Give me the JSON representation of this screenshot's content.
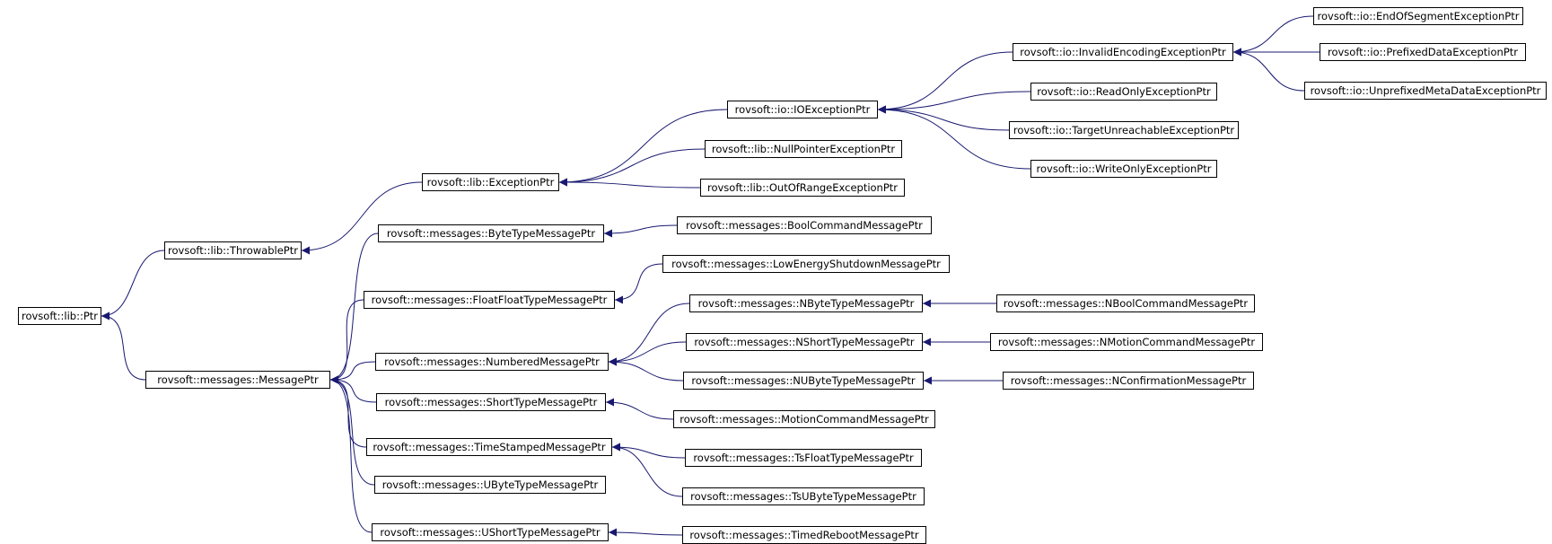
{
  "diagram": {
    "nodes": [
      {
        "id": "ptr",
        "label": "rovsoft::lib::Ptr"
      },
      {
        "id": "throwable",
        "label": "rovsoft::lib::ThrowablePtr"
      },
      {
        "id": "message",
        "label": "rovsoft::messages::MessagePtr"
      },
      {
        "id": "exception",
        "label": "rovsoft::lib::ExceptionPtr"
      },
      {
        "id": "ioexception",
        "label": "rovsoft::io::IOExceptionPtr"
      },
      {
        "id": "nullpointer",
        "label": "rovsoft::lib::NullPointerExceptionPtr"
      },
      {
        "id": "outofrange",
        "label": "rovsoft::lib::OutOfRangeExceptionPtr"
      },
      {
        "id": "invalidencoding",
        "label": "rovsoft::io::InvalidEncodingExceptionPtr"
      },
      {
        "id": "readonly",
        "label": "rovsoft::io::ReadOnlyExceptionPtr"
      },
      {
        "id": "targetunreachable",
        "label": "rovsoft::io::TargetUnreachableExceptionPtr"
      },
      {
        "id": "writeonly",
        "label": "rovsoft::io::WriteOnlyExceptionPtr"
      },
      {
        "id": "endofsegment",
        "label": "rovsoft::io::EndOfSegmentExceptionPtr"
      },
      {
        "id": "prefixeddata",
        "label": "rovsoft::io::PrefixedDataExceptionPtr"
      },
      {
        "id": "unprefixedmeta",
        "label": "rovsoft::io::UnprefixedMetaDataExceptionPtr"
      },
      {
        "id": "bytetype",
        "label": "rovsoft::messages::ByteTypeMessagePtr"
      },
      {
        "id": "floatfloat",
        "label": "rovsoft::messages::FloatFloatTypeMessagePtr"
      },
      {
        "id": "numbered",
        "label": "rovsoft::messages::NumberedMessagePtr"
      },
      {
        "id": "shorttype",
        "label": "rovsoft::messages::ShortTypeMessagePtr"
      },
      {
        "id": "timestamped",
        "label": "rovsoft::messages::TimeStampedMessagePtr"
      },
      {
        "id": "ubytetype",
        "label": "rovsoft::messages::UByteTypeMessagePtr"
      },
      {
        "id": "ushorttype",
        "label": "rovsoft::messages::UShortTypeMessagePtr"
      },
      {
        "id": "boolcommand",
        "label": "rovsoft::messages::BoolCommandMessagePtr"
      },
      {
        "id": "lowenergy",
        "label": "rovsoft::messages::LowEnergyShutdownMessagePtr"
      },
      {
        "id": "nbytetype",
        "label": "rovsoft::messages::NByteTypeMessagePtr"
      },
      {
        "id": "nshorttype",
        "label": "rovsoft::messages::NShortTypeMessagePtr"
      },
      {
        "id": "nubytetype",
        "label": "rovsoft::messages::NUByteTypeMessagePtr"
      },
      {
        "id": "motioncommand",
        "label": "rovsoft::messages::MotionCommandMessagePtr"
      },
      {
        "id": "tsfloat",
        "label": "rovsoft::messages::TsFloatTypeMessagePtr"
      },
      {
        "id": "tsubyte",
        "label": "rovsoft::messages::TsUByteTypeMessagePtr"
      },
      {
        "id": "timedreboot",
        "label": "rovsoft::messages::TimedRebootMessagePtr"
      },
      {
        "id": "nboolcommand",
        "label": "rovsoft::messages::NBoolCommandMessagePtr"
      },
      {
        "id": "nmotioncommand",
        "label": "rovsoft::messages::NMotionCommandMessagePtr"
      },
      {
        "id": "nconfirmation",
        "label": "rovsoft::messages::NConfirmationMessagePtr"
      }
    ],
    "edges": [
      {
        "from": "throwable",
        "to": "ptr"
      },
      {
        "from": "message",
        "to": "ptr"
      },
      {
        "from": "exception",
        "to": "throwable"
      },
      {
        "from": "ioexception",
        "to": "exception"
      },
      {
        "from": "nullpointer",
        "to": "exception"
      },
      {
        "from": "outofrange",
        "to": "exception"
      },
      {
        "from": "invalidencoding",
        "to": "ioexception"
      },
      {
        "from": "readonly",
        "to": "ioexception"
      },
      {
        "from": "targetunreachable",
        "to": "ioexception"
      },
      {
        "from": "writeonly",
        "to": "ioexception"
      },
      {
        "from": "endofsegment",
        "to": "invalidencoding"
      },
      {
        "from": "prefixeddata",
        "to": "invalidencoding"
      },
      {
        "from": "unprefixedmeta",
        "to": "invalidencoding"
      },
      {
        "from": "bytetype",
        "to": "message"
      },
      {
        "from": "floatfloat",
        "to": "message"
      },
      {
        "from": "numbered",
        "to": "message"
      },
      {
        "from": "shorttype",
        "to": "message"
      },
      {
        "from": "timestamped",
        "to": "message"
      },
      {
        "from": "ubytetype",
        "to": "message"
      },
      {
        "from": "ushorttype",
        "to": "message"
      },
      {
        "from": "boolcommand",
        "to": "bytetype"
      },
      {
        "from": "lowenergy",
        "to": "floatfloat"
      },
      {
        "from": "nbytetype",
        "to": "numbered"
      },
      {
        "from": "nshorttype",
        "to": "numbered"
      },
      {
        "from": "nubytetype",
        "to": "numbered"
      },
      {
        "from": "motioncommand",
        "to": "shorttype"
      },
      {
        "from": "tsfloat",
        "to": "timestamped"
      },
      {
        "from": "tsubyte",
        "to": "timestamped"
      },
      {
        "from": "timedreboot",
        "to": "ushorttype"
      },
      {
        "from": "nboolcommand",
        "to": "nbytetype"
      },
      {
        "from": "nmotioncommand",
        "to": "nshorttype"
      },
      {
        "from": "nconfirmation",
        "to": "nubytetype"
      }
    ],
    "edge_color": "#191970",
    "node_border_color": "#000000"
  }
}
